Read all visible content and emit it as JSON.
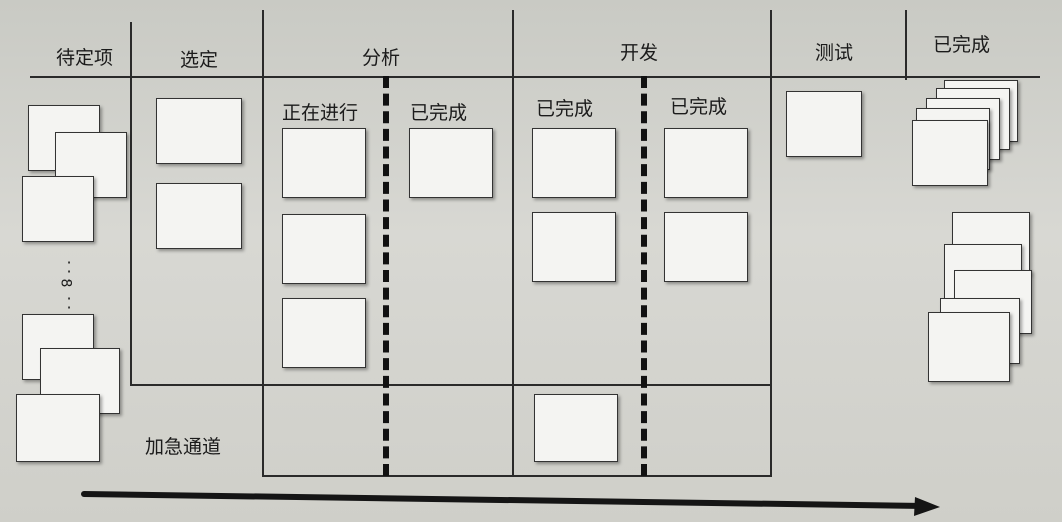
{
  "columns": {
    "backlog": "待定项",
    "selected": "选定",
    "analysis": "分析",
    "development": "开发",
    "testing": "测试",
    "done": "已完成"
  },
  "subcolumns": {
    "analysis_in_progress": "正在进行",
    "analysis_done": "已完成",
    "dev_done_1": "已完成",
    "dev_done_2": "已完成"
  },
  "swimlane": {
    "expedite": "加急通道"
  },
  "backlog_count": "8",
  "colors": {
    "line": "#2a2a2a",
    "card": "#f4f4f2",
    "background": "#d2d3ce"
  }
}
